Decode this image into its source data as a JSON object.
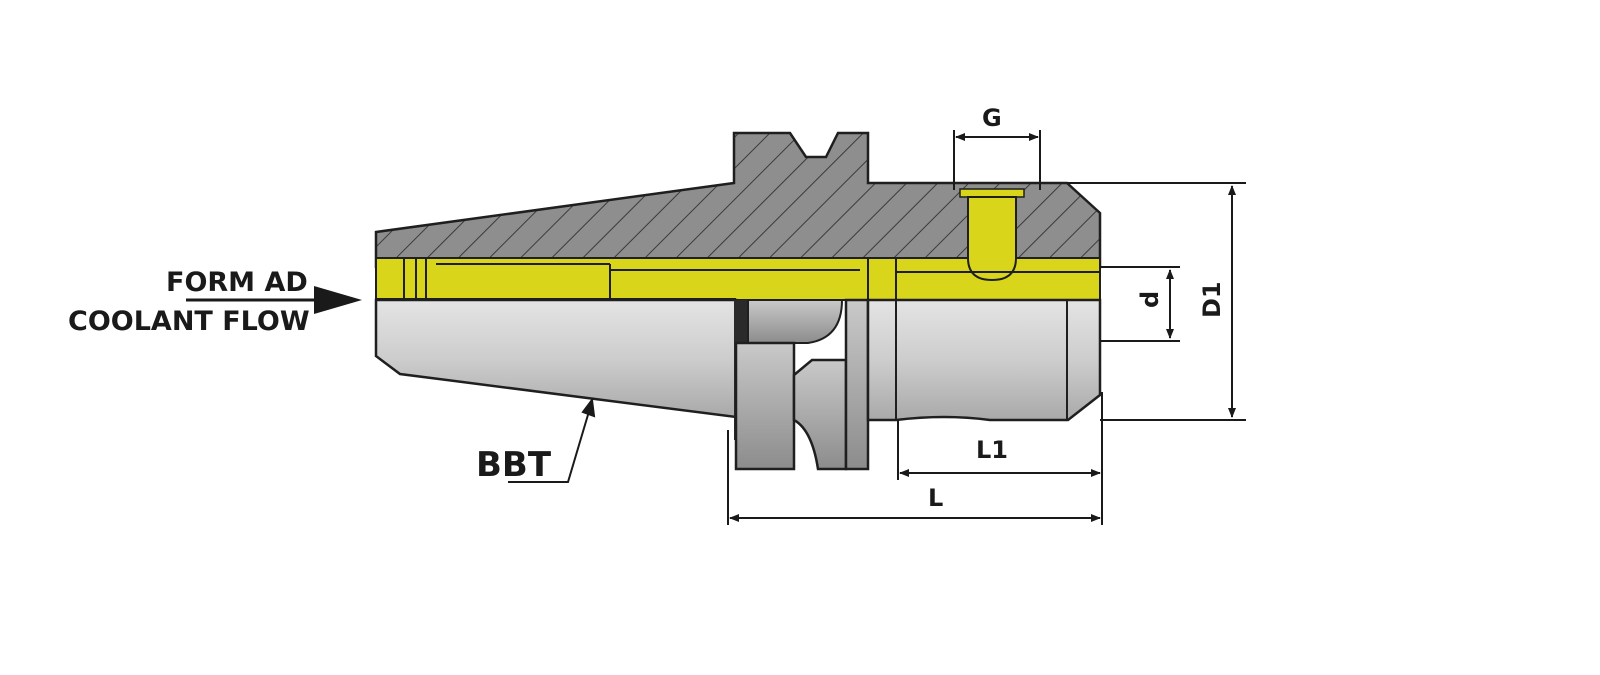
{
  "labels": {
    "coolant_line1": "FORM AD",
    "coolant_line2": "COOLANT FLOW",
    "taper": "BBT",
    "G": "G",
    "d": "d",
    "D1": "D1",
    "L1": "L1",
    "L": "L"
  },
  "colors": {
    "body": "#8e8e8e",
    "hatch": "#3a3a3a",
    "coolant": "#d9d51a",
    "steel_light": "#cfcfcf",
    "steel_dark": "#9a9a9a",
    "outline": "#1f1f1f"
  }
}
